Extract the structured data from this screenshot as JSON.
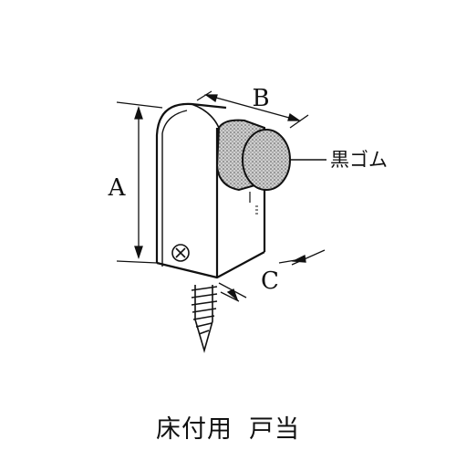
{
  "diagram": {
    "dimension_labels": {
      "a": "A",
      "b": "B",
      "c": "C"
    },
    "callout_label": "黒ゴム"
  },
  "caption": {
    "product": "床付用",
    "name": "戸当"
  }
}
